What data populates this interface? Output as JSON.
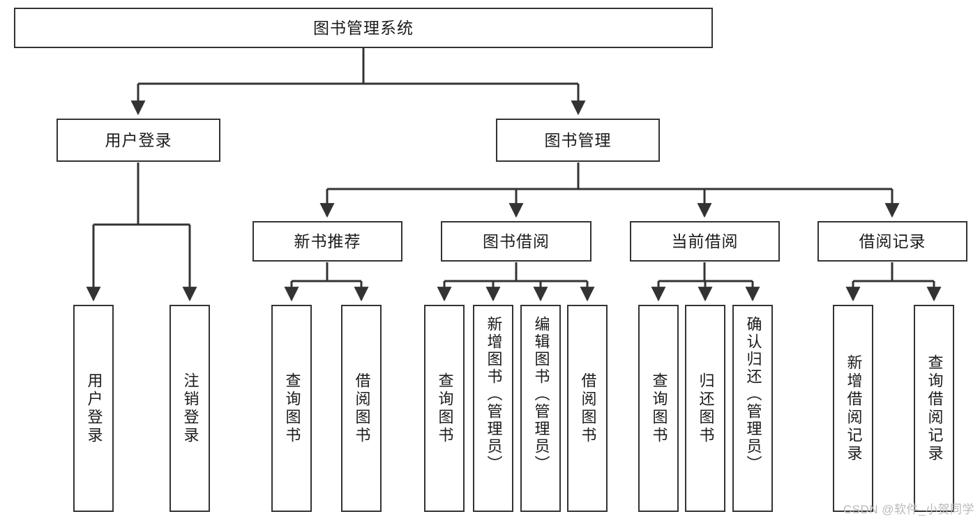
{
  "diagram": {
    "title": "图书管理系统",
    "type": "hierarchy-tree",
    "colors": {
      "box_border": "#333333",
      "box_fill": "#ffffff",
      "connector": "#333333",
      "text": "#1b1b1b",
      "watermark": "#b9b9b9",
      "background": "#ffffff"
    },
    "root": {
      "label": "图书管理系统"
    },
    "level2": [
      {
        "label": "用户登录"
      },
      {
        "label": "图书管理"
      }
    ],
    "level3": [
      {
        "label": "新书推荐"
      },
      {
        "label": "图书借阅"
      },
      {
        "label": "当前借阅"
      },
      {
        "label": "借阅记录"
      }
    ],
    "leaves": {
      "user_login": [
        {
          "label": "用户登录"
        },
        {
          "label": "注销登录"
        }
      ],
      "new_book": [
        {
          "label": "查询图书"
        },
        {
          "label": "借阅图书"
        }
      ],
      "book_borrow": [
        {
          "label": "查询图书"
        },
        {
          "label": "新增图书（管理员）"
        },
        {
          "label": "编辑图书（管理员）"
        },
        {
          "label": "借阅图书"
        }
      ],
      "current_borrow": [
        {
          "label": "查询图书"
        },
        {
          "label": "归还图书"
        },
        {
          "label": "确认归还（管理员）"
        }
      ],
      "borrow_record": [
        {
          "label": "新增借阅记录"
        },
        {
          "label": "查询借阅记录"
        }
      ]
    }
  },
  "watermark": {
    "text": "CSDN @软件_小贺同学"
  }
}
